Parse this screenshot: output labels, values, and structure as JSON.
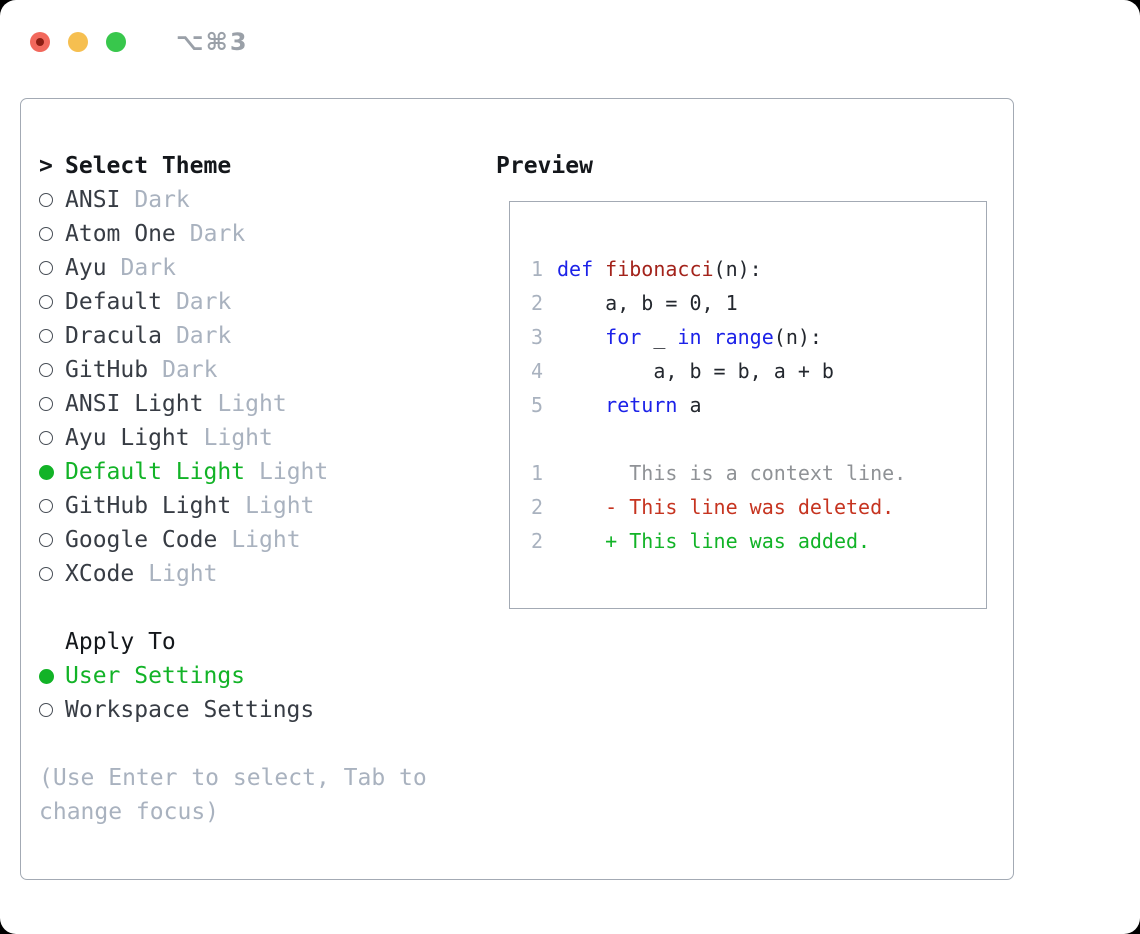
{
  "window": {
    "shortcut": "⌥⌘3"
  },
  "left": {
    "header": {
      "marker": ">",
      "label": "Select Theme"
    },
    "themes": [
      {
        "name": "ANSI",
        "variant": "Dark",
        "selected": false
      },
      {
        "name": "Atom One",
        "variant": "Dark",
        "selected": false
      },
      {
        "name": "Ayu",
        "variant": "Dark",
        "selected": false
      },
      {
        "name": "Default",
        "variant": "Dark",
        "selected": false
      },
      {
        "name": "Dracula",
        "variant": "Dark",
        "selected": false
      },
      {
        "name": "GitHub",
        "variant": "Dark",
        "selected": false
      },
      {
        "name": "ANSI Light",
        "variant": "Light",
        "selected": false
      },
      {
        "name": "Ayu Light",
        "variant": "Light",
        "selected": false
      },
      {
        "name": "Default Light",
        "variant": "Light",
        "selected": true
      },
      {
        "name": "GitHub Light",
        "variant": "Light",
        "selected": false
      },
      {
        "name": "Google Code",
        "variant": "Light",
        "selected": false
      },
      {
        "name": "XCode",
        "variant": "Light",
        "selected": false
      }
    ],
    "apply": {
      "label": "Apply To",
      "options": [
        {
          "name": "User Settings",
          "selected": true
        },
        {
          "name": "Workspace Settings",
          "selected": false
        }
      ]
    },
    "hint": "(Use Enter to select, Tab to change focus)"
  },
  "preview": {
    "label": "Preview",
    "lines": [
      {
        "num": "1",
        "segments": [
          {
            "t": "def",
            "s": "kw"
          },
          {
            "t": " ",
            "s": "plain"
          },
          {
            "t": "fibonacci",
            "s": "fn"
          },
          {
            "t": "(n):",
            "s": "plain"
          }
        ]
      },
      {
        "num": "2",
        "segments": [
          {
            "t": "    a, b = 0, 1",
            "s": "plain"
          }
        ]
      },
      {
        "num": "3",
        "segments": [
          {
            "t": "    ",
            "s": "plain"
          },
          {
            "t": "for",
            "s": "kw"
          },
          {
            "t": " _ ",
            "s": "plain"
          },
          {
            "t": "in",
            "s": "kw"
          },
          {
            "t": " ",
            "s": "plain"
          },
          {
            "t": "range",
            "s": "kw"
          },
          {
            "t": "(n):",
            "s": "plain"
          }
        ]
      },
      {
        "num": "4",
        "segments": [
          {
            "t": "        a, b = b, a + b",
            "s": "plain"
          }
        ]
      },
      {
        "num": "5",
        "segments": [
          {
            "t": "    ",
            "s": "plain"
          },
          {
            "t": "return",
            "s": "kw"
          },
          {
            "t": " a",
            "s": "plain"
          }
        ]
      },
      {
        "num": "",
        "segments": []
      },
      {
        "num": "1",
        "segments": [
          {
            "t": "      This is a context line.",
            "s": "ctx"
          }
        ]
      },
      {
        "num": "2",
        "segments": [
          {
            "t": "    - This line was deleted.",
            "s": "del"
          }
        ]
      },
      {
        "num": "2",
        "segments": [
          {
            "t": "    + This line was added.",
            "s": "add"
          }
        ]
      }
    ]
  },
  "colors": {
    "accent_green": "#12b327",
    "keyword_blue": "#1c22e8",
    "function_red": "#a3231b",
    "deleted_red": "#c63420",
    "added_green": "#12b327",
    "context_gray": "#8f9296",
    "line_number_gray": "#a9b2bf",
    "tag_gray": "#a9b2bf",
    "item_text": "#373c44",
    "heading_text": "#14171b",
    "code_text": "#23272e",
    "hint_gray": "#a9b2bf",
    "panel_border": "#a3aab4",
    "titlebar_gray": "#9aa0a8",
    "traffic_red": "#f2685c",
    "traffic_red_dot": "#8c1d12",
    "traffic_yellow": "#f6bf50",
    "traffic_green": "#38c74c"
  }
}
